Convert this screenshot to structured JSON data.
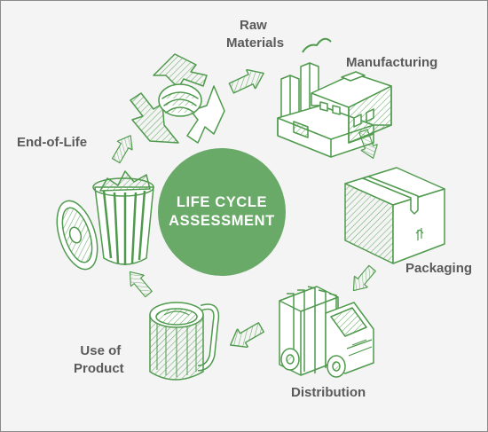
{
  "title": {
    "line1": "LIFE CYCLE",
    "line2": "ASSESSMENT"
  },
  "stages": {
    "raw_materials": {
      "line1": "Raw",
      "line2": "Materials"
    },
    "manufacturing": {
      "label": "Manufacturing"
    },
    "packaging": {
      "label": "Packaging"
    },
    "distribution": {
      "label": "Distribution"
    },
    "use_of_product": {
      "line1": "Use of",
      "line2": "Product"
    },
    "end_of_life": {
      "label": "End-of-Life"
    }
  },
  "icons": [
    "recycle-icon",
    "factory-icon",
    "box-icon",
    "truck-icon",
    "mug-icon",
    "trash-can-icon"
  ],
  "colors": {
    "background": "#f3f4f3",
    "accent": "#6aaa68",
    "stroke": "#4f9a4d",
    "label": "#5a5a5a"
  }
}
